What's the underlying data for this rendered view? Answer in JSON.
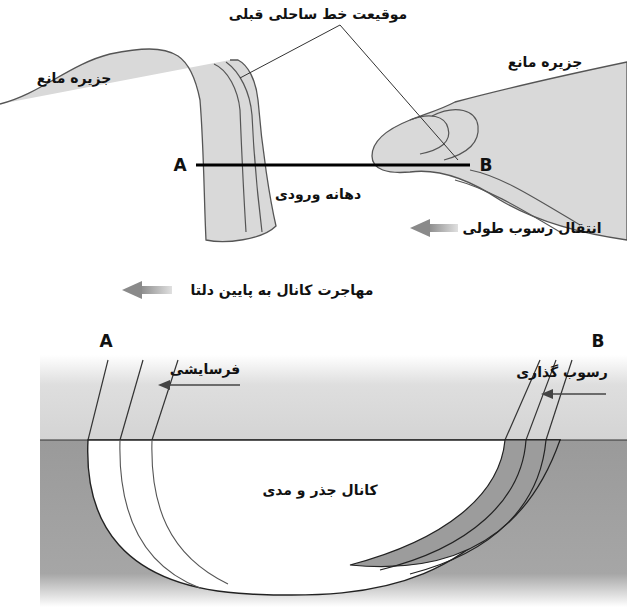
{
  "diagram": {
    "labels": [
      "موقیعت خط ساحلی قبلی",
      "جزیره مانع",
      "جزیره مانع",
      "A",
      "B",
      "دهانه ورودی",
      "انتقال رسوب طولی",
      "مهاجرت کانال به پایین دلتا",
      "A",
      "B",
      "فرسایشی",
      "رسوب گذاری",
      "کانال جذر و مدی"
    ]
  }
}
